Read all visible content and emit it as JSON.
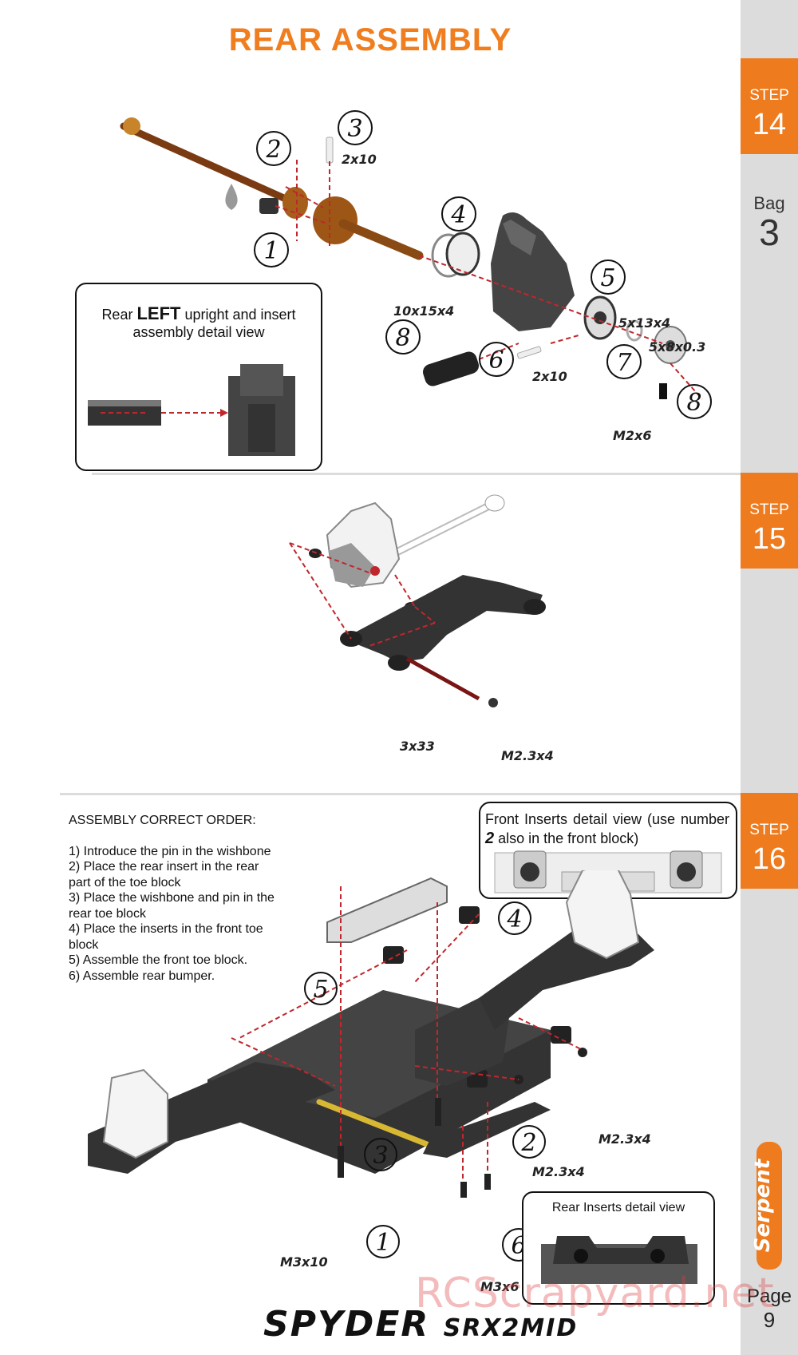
{
  "title": "REAR ASSEMBLY",
  "steps": [
    {
      "label": "STEP",
      "number": "14"
    },
    {
      "label": "STEP",
      "number": "15"
    },
    {
      "label": "STEP",
      "number": "16"
    }
  ],
  "bag": {
    "label": "Bag",
    "number": "3"
  },
  "page": {
    "label": "Page",
    "number": "9"
  },
  "step14": {
    "detail_box": {
      "text_pre": "Rear ",
      "text_bold": "LEFT",
      "text_post": " upright and insert",
      "line2": "assembly detail view"
    },
    "callouts": {
      "c_2x10_top": "2x10",
      "c_10x15x4": "10x15x4",
      "c_5x13x4": "5x13x4",
      "c_5x8x03": "5x8x0.3",
      "c_2x10_bottom": "2x10",
      "c_m2x6": "M2x6"
    },
    "numbers": [
      "1",
      "2",
      "3",
      "4",
      "5",
      "6",
      "7",
      "8",
      "8"
    ]
  },
  "step15": {
    "callouts": {
      "c_3x33": "3x33",
      "c_m23x4": "M2.3x4"
    }
  },
  "step16": {
    "order_title": "ASSEMBLY CORRECT ORDER:",
    "order_items": [
      "1) Introduce the pin in the wishbone",
      "2) Place the rear insert in the rear part of the toe block",
      "3) Place the wishbone and pin in the rear toe block",
      "4) Place the inserts in the front toe block",
      "5) Assemble the front toe block.",
      "6) Assemble rear bumper."
    ],
    "front_inserts": {
      "pre": "Front Inserts detail view (use number ",
      "bold": "2",
      "post": " also in the front block)"
    },
    "rear_inserts": "Rear Inserts detail view",
    "callouts": {
      "c_m23x4_a": "M2.3x4",
      "c_m23x4_b": "M2.3x4",
      "c_m3x10": "M3x10",
      "c_m3x6": "M3x6"
    },
    "numbers": [
      "1",
      "2",
      "3",
      "4",
      "5",
      "6"
    ]
  },
  "branding": {
    "model": "SPYDER",
    "model2": "SRX2MID",
    "brand": "Serpent"
  },
  "watermark": "RCScrapyard.net"
}
